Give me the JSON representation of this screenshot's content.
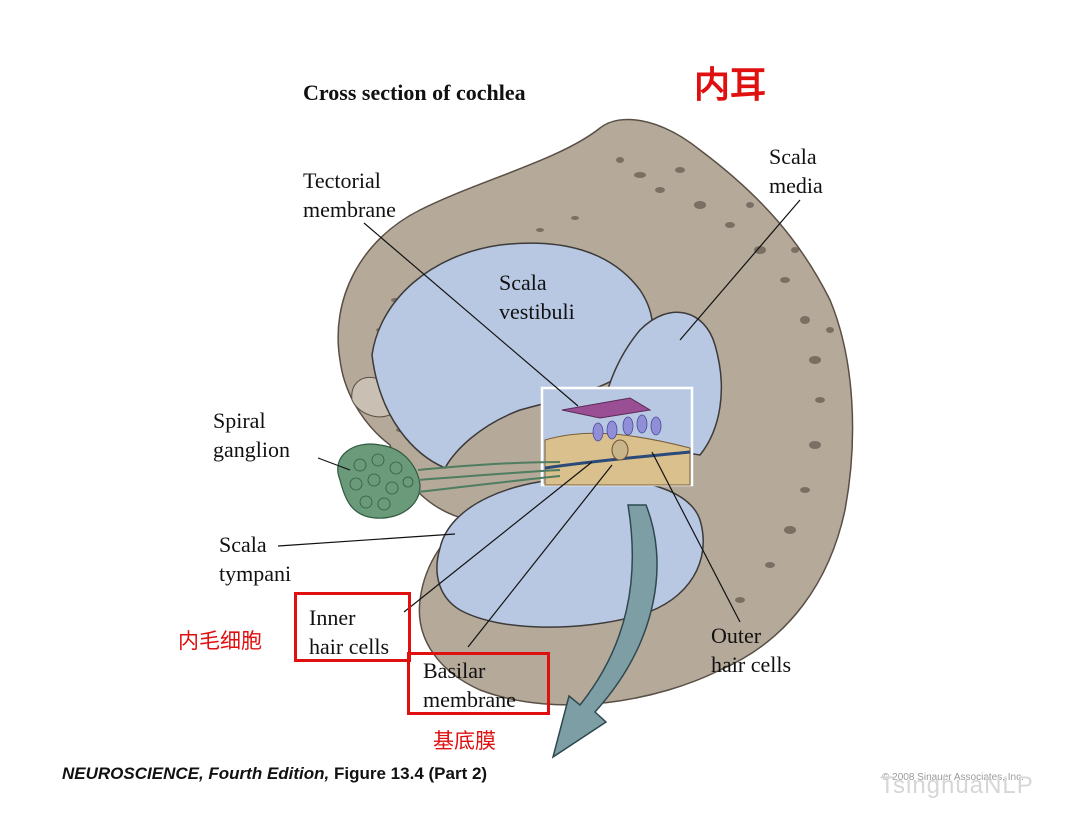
{
  "figure": {
    "title": "Cross section of cochlea",
    "heading_cn": "内耳"
  },
  "labels": {
    "tectorial": [
      "Tectorial",
      "membrane"
    ],
    "scala_media": [
      "Scala",
      "media"
    ],
    "scala_vestibuli": [
      "Scala",
      "vestibuli"
    ],
    "spiral_ganglion": [
      "Spiral",
      "ganglion"
    ],
    "scala_tympani": [
      "Scala",
      "tympani"
    ],
    "inner_hair": [
      "Inner",
      "hair cells"
    ],
    "inner_hair_cn": "内毛细胞",
    "basilar": [
      "Basilar",
      "membrane"
    ],
    "basilar_cn": "基底膜",
    "outer_hair": [
      "Outer",
      "hair cells"
    ]
  },
  "footer": {
    "book": "NEUROSCIENCE, Fourth Edition,",
    "figure_ref": "Figure 13.4 (Part 2)",
    "copyright": "© 2008 Sinauer Associates, Inc.",
    "watermark": "TsinghuaNLP"
  },
  "colors": {
    "bone": "#b5a999",
    "fluid": "#b8c8e2",
    "highlight": "#e01010",
    "arrow": "#7e9ea6",
    "ganglion": "#6a9a7a"
  }
}
